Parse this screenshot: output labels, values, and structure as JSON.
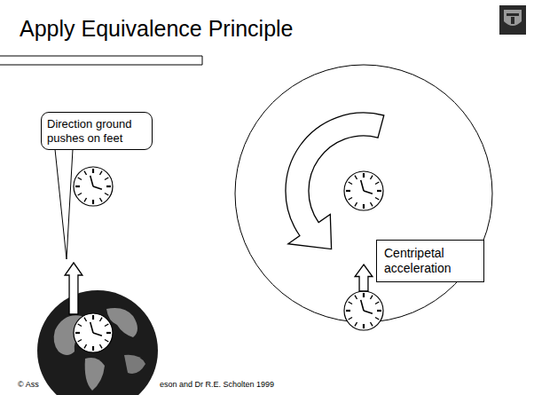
{
  "diagram": {
    "title": "Apply Equivalence Principle",
    "nodes": [
      {
        "text": [
          "Direction ground pushes on feet"
        ]
      },
      {
        "text": [
          "Centripetal acceleration"
        ]
      }
    ],
    "labels": [
      "© Ass",
      "eson and Dr R.E. Scholten 1999"
    ]
  }
}
